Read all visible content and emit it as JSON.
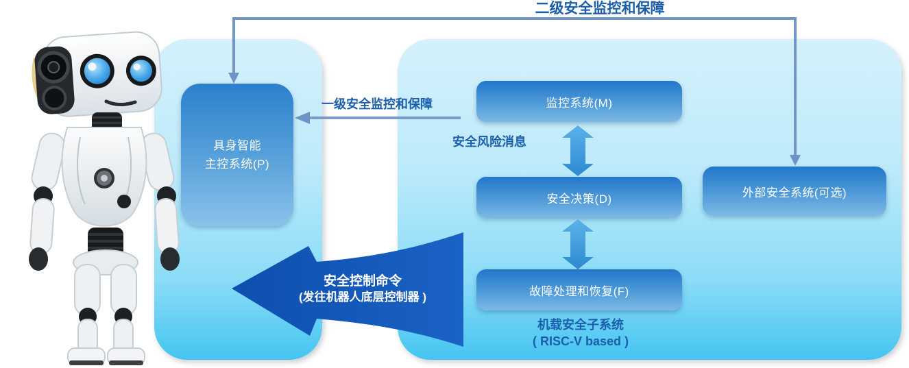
{
  "diagram": {
    "top_link": "二级安全监控和保障",
    "primary_link": "一级安全监控和保障",
    "risk_message": "安全风险消息",
    "control_command": {
      "line1": "安全控制命令",
      "line2": "(发往机器人底层控制器 )"
    },
    "onboard_subsystem": {
      "line1": "机载安全子系统",
      "line2": "( RISC-V based )"
    },
    "boxes": {
      "main_control": {
        "line1": "具身智能",
        "line2": "主控系统(P)"
      },
      "monitor": {
        "label": "监控系统(M)"
      },
      "decision": {
        "label": "安全决策(D)"
      },
      "fault_recovery": {
        "label": "故障处理和恢复(F)"
      },
      "external": {
        "label": "外部安全系统(可选)"
      }
    },
    "illustration": "humanoid-robot",
    "colors": {
      "panel_top": "#d4f1fc",
      "panel_bottom": "#45c4f1",
      "box_top": "#2277c9",
      "box_bottom": "#7db9e6",
      "big_arrow": "#1155b4",
      "double_arrow_top": "#5bb2e8",
      "double_arrow_bottom": "#2f89d2",
      "connector_line": "#7496c5",
      "label_text": "#1b5eab",
      "box_text": "#ffffff"
    }
  }
}
